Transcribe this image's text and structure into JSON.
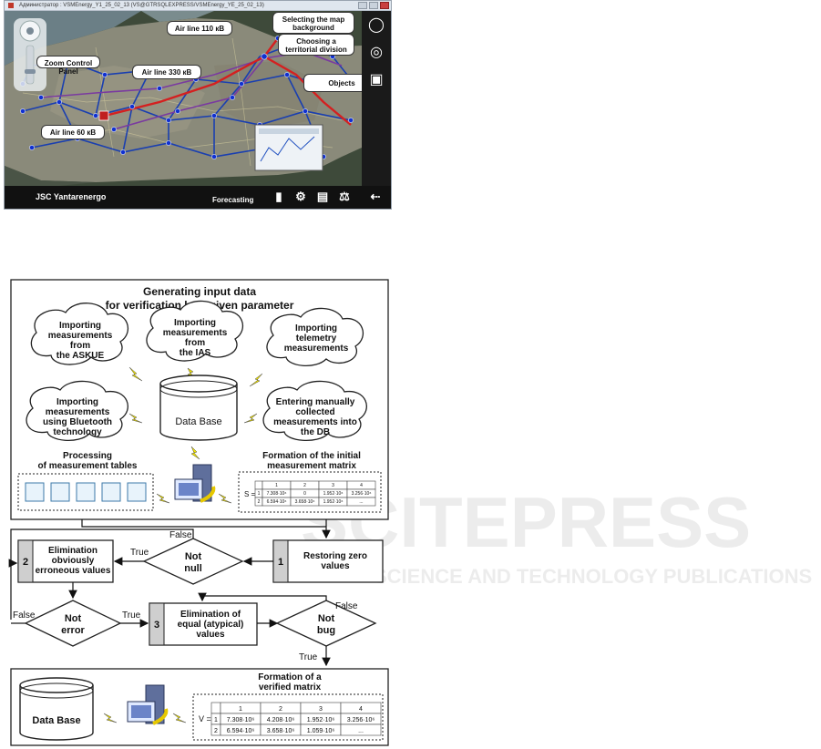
{
  "window": {
    "title": "Администратор : VSMEnergy_Y1_25_02_13 (VS@GTRSQLEXPRESS/VSMEnergy_YE_25_02_13)",
    "company": "JSC Yantarenergo",
    "forecasting": "Forecasting"
  },
  "callouts": {
    "zoom": "Zoom Control Panel",
    "air110": "Air line 110 кВ",
    "air330": "Air line 330 кВ",
    "air60": "Air line 60 кВ",
    "map_bg": "Selecting the map background",
    "territorial": "Choosing a territorial division",
    "objects": "Objects"
  },
  "icons": {
    "search": "search-icon",
    "globe": "globe-icon",
    "factory": "factory-icon",
    "chart": "chart-icon",
    "gear": "gear-icon",
    "books": "books-icon",
    "scales": "scales-icon",
    "back": "back-arrow-icon"
  },
  "diagram": {
    "title1": "Generating input data",
    "title2": "for verification by a given parameter",
    "cloud_askue": [
      "Importing",
      "measurements",
      "from",
      "the ASKUE"
    ],
    "cloud_ias": [
      "Importing",
      "measurements",
      "from",
      "the IAS"
    ],
    "cloud_telemetry": [
      "Importing",
      "telemetry",
      "measurements"
    ],
    "cloud_bluetooth": [
      "Importing",
      "measurements",
      "using Bluetooth",
      "technology"
    ],
    "cloud_manual": [
      "Entering manually",
      "collected",
      "measurements into",
      "the DB"
    ],
    "database": "Data Base",
    "processing": [
      "Processing",
      "of measurement tables"
    ],
    "formation_initial": [
      "Formation of the initial",
      "measurement matrix"
    ],
    "matrix_s_label": "S =",
    "matrix_s": {
      "headers": [
        "",
        "1",
        "2",
        "3",
        "4"
      ],
      "rows": [
        [
          "1",
          "7.308·10⁶",
          "0",
          "1.952·10⁶",
          "3.256·10⁶"
        ],
        [
          "2",
          "6.594·10⁶",
          "3.658·10⁶",
          "1.952·10⁶",
          "..."
        ]
      ]
    },
    "step1": {
      "num": "1",
      "label": [
        "Restoring zero",
        "values"
      ]
    },
    "step2": {
      "num": "2",
      "label": [
        "Elimination",
        "obviously",
        "erroneous values"
      ]
    },
    "step3": {
      "num": "3",
      "label": [
        "Elimination of",
        "equal (atypical)",
        "values"
      ]
    },
    "dec_notnull": [
      "Not",
      "null"
    ],
    "dec_noterror": [
      "Not",
      "error"
    ],
    "dec_notbug": [
      "Not",
      "bug"
    ],
    "false_label": "False",
    "true_label": "True",
    "formation_verified": [
      "Formation of a",
      "verified matrix"
    ],
    "matrix_v_label": "V =",
    "matrix_v": {
      "headers": [
        "",
        "1",
        "2",
        "3",
        "4"
      ],
      "rows": [
        [
          "1",
          "7.308·10⁶",
          "4.208·10⁶",
          "1.952·10⁶",
          "3.256·10⁶"
        ],
        [
          "2",
          "6.594·10⁶",
          "3.658·10⁶",
          "1.059·10⁶",
          "..."
        ]
      ]
    }
  }
}
